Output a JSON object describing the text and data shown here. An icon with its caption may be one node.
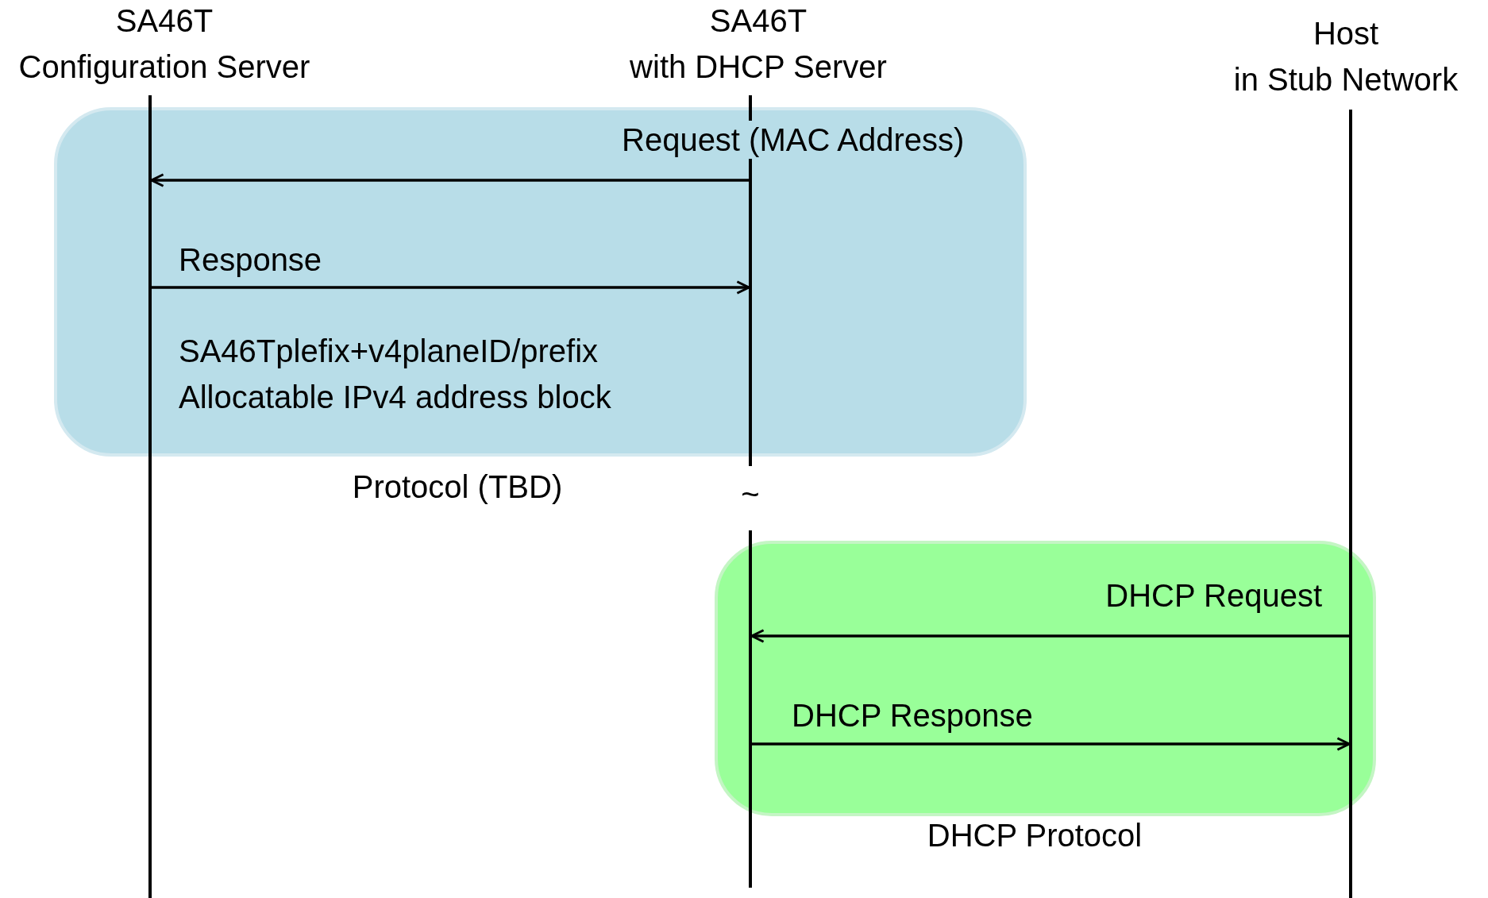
{
  "diagram": {
    "nodes": [
      {
        "text": [],
        "shape": "line",
        "beside": [
          "SA46T",
          "Configuration Server"
        ]
      },
      {
        "text": [],
        "shape": "line",
        "beside": [
          "SA46T",
          "with DHCP Server"
        ]
      },
      {
        "text": [],
        "shape": "line",
        "beside": [
          "Host",
          "in Stub Network"
        ]
      }
    ],
    "edges": [
      {
        "from": 1,
        "to": 0,
        "arrow": "to",
        "label": "Request (MAC Address)"
      },
      {
        "from": 0,
        "to": 1,
        "arrow": "to",
        "label": "Response"
      },
      {
        "from": 2,
        "to": 1,
        "arrow": "to",
        "label": "DHCP Request"
      },
      {
        "from": 1,
        "to": 2,
        "arrow": "to",
        "label": "DHCP Response"
      }
    ],
    "labels": [
      "SA46Tplefix+v4planeID/prefix",
      "Allocatable IPv4 address block",
      "Protocol (TBD)",
      "~",
      "DHCP Protocol"
    ]
  }
}
